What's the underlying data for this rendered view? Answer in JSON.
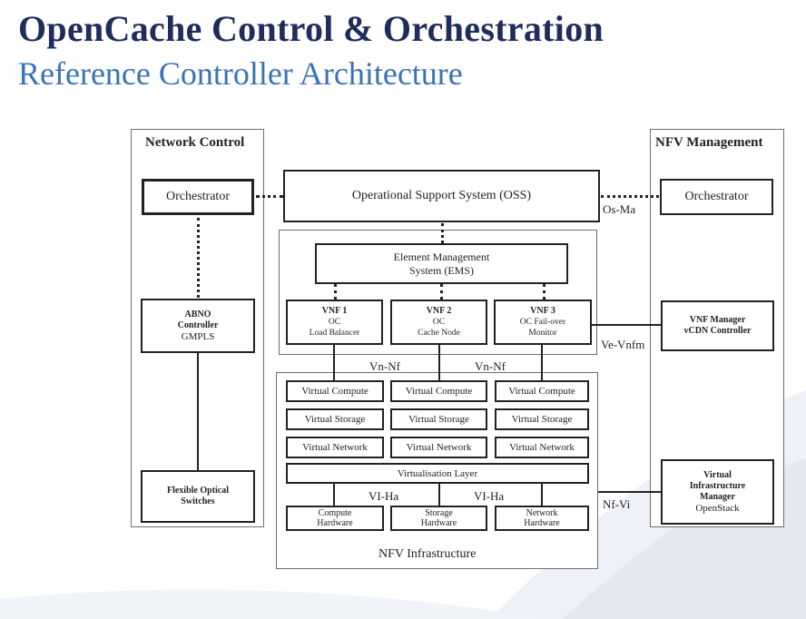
{
  "header": {
    "title": "OpenCache Control & Orchestration",
    "subtitle": "Reference Controller Architecture"
  },
  "network_control": {
    "heading": "Network Control",
    "orchestrator": "Orchestrator",
    "abno_line1": "ABNO",
    "abno_line2": "Controller",
    "abno_line3": "GMPLS",
    "optical_line1": "Flexible Optical",
    "optical_line2": "Switches"
  },
  "nfv_management": {
    "heading": "NFV Management",
    "orchestrator": "Orchestrator",
    "vnf_manager_line1": "VNF Manager",
    "vnf_manager_line2": "vCDN Controller",
    "vim_line1": "Virtual",
    "vim_line2": "Infrastructure",
    "vim_line3": "Manager",
    "vim_line4": "OpenStack"
  },
  "oss": "Operational Support System (OSS)",
  "ems_line1": "Element Management",
  "ems_line2": "System (EMS)",
  "vnfs": [
    {
      "name": "VNF 1",
      "line2": "OC",
      "line3": "Load Balancer"
    },
    {
      "name": "VNF 2",
      "line2": "OC",
      "line3": "Cache Node"
    },
    {
      "name": "VNF 3",
      "line2": "OC Fail-over",
      "line3": "Monitor"
    }
  ],
  "virtual_compute": "Virtual Compute",
  "virtual_storage": "Virtual Storage",
  "virtual_network": "Virtual Network",
  "virtualisation_layer": "Virtualisation Layer",
  "hardware": [
    {
      "line1": "Compute",
      "line2": "Hardware"
    },
    {
      "line1": "Storage",
      "line2": "Hardware"
    },
    {
      "line1": "Network",
      "line2": "Hardware"
    }
  ],
  "nfvi_label": "NFV Infrastructure",
  "interfaces": {
    "os_ma": "Os-Ma",
    "ve_vnfm": "Ve-Vnfm",
    "nf_vi": "Nf-Vi",
    "vn_nf": "Vn-Nf",
    "vi_ha": "VI-Ha"
  }
}
